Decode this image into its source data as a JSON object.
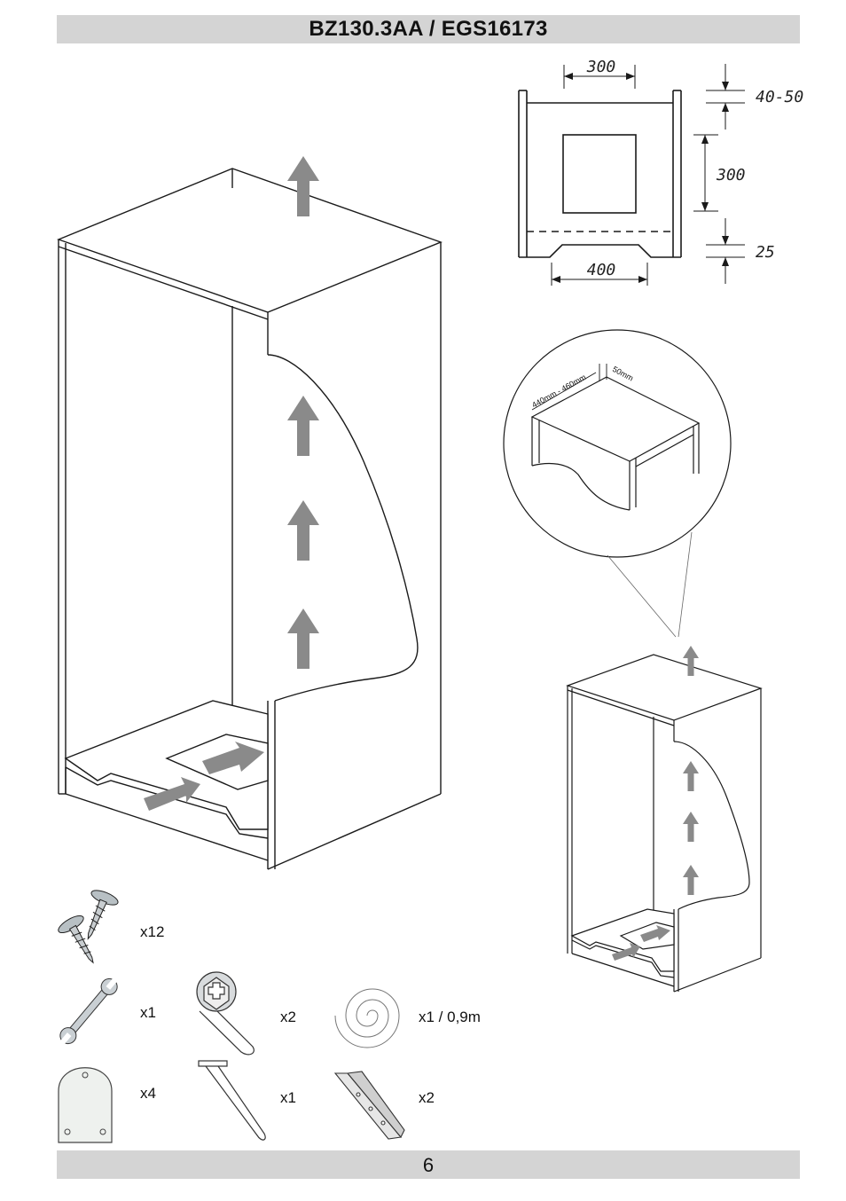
{
  "header": {
    "title": "BZ130.3AA / EGS16173"
  },
  "footer": {
    "page_number": "6"
  },
  "dimension_drawing": {
    "width_top": "300",
    "offset_top": "40-50",
    "opening_height": "300",
    "bottom_gap": "25",
    "width_bottom": "400"
  },
  "detail_callout": {
    "depth_label": "440mm - 460mm",
    "edge_label": "50mm"
  },
  "parts": [
    {
      "name": "screws",
      "qty": "x12"
    },
    {
      "name": "wrench",
      "qty": "x1"
    },
    {
      "name": "bolt-with-cap",
      "qty": "x2"
    },
    {
      "name": "seal-strip-coil",
      "qty": "x1 / 0,9m"
    },
    {
      "name": "mounting-plate",
      "qty": "x4"
    },
    {
      "name": "spring-clip",
      "qty": "x1"
    },
    {
      "name": "angle-bracket",
      "qty": "x2"
    }
  ],
  "colors": {
    "band": "#d4d4d4",
    "arrow": "#8a8a8a",
    "line": "#1a1a1a"
  }
}
